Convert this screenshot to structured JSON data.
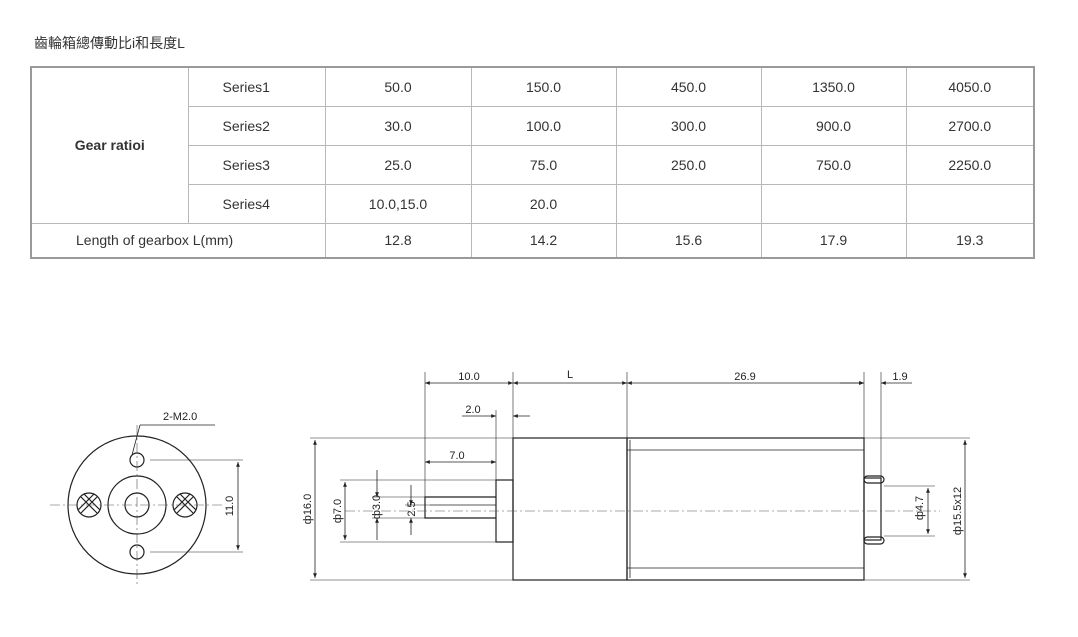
{
  "title": "齒輪箱總傳動比i和長度L",
  "table": {
    "gear_ratio_label": "Gear ratioi",
    "series": [
      {
        "name": "Series1",
        "values": [
          "50.0",
          "150.0",
          "450.0",
          "1350.0",
          "4050.0"
        ]
      },
      {
        "name": "Series2",
        "values": [
          "30.0",
          "100.0",
          "300.0",
          "900.0",
          "2700.0"
        ]
      },
      {
        "name": "Series3",
        "values": [
          "25.0",
          "75.0",
          "250.0",
          "750.0",
          "2250.0"
        ]
      },
      {
        "name": "Series4",
        "values": [
          "10.0,15.0",
          "20.0",
          "",
          "",
          ""
        ]
      }
    ],
    "length_label": "Length of gearbox L(mm)",
    "lengths": [
      "12.8",
      "14.2",
      "15.6",
      "17.9",
      "19.3"
    ]
  },
  "drawing": {
    "front": {
      "screw_label": "2-M2.0",
      "height_dim": "11.0"
    },
    "side": {
      "dim_10": "10.0",
      "dim_L": "L",
      "dim_26_9": "26.9",
      "dim_1_9": "1.9",
      "dim_2_0": "2.0",
      "dim_7_0_len": "7.0",
      "dia_16": "ф16.0",
      "dia_7": "ф7.0",
      "dia_3": "ф3.0",
      "dim_2_5": "2.5",
      "dia_4_7": "ф4.7",
      "dia_15_5": "ф15.5x12"
    }
  }
}
